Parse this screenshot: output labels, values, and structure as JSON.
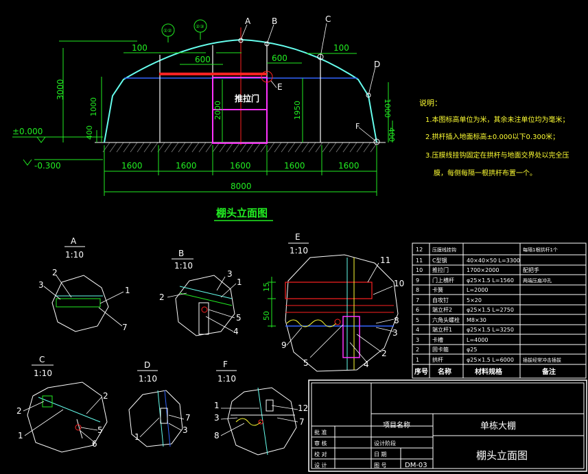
{
  "elevation": {
    "title": "棚头立面图",
    "grid_labels": [
      "A",
      "B",
      "C",
      "D",
      "E",
      "F"
    ],
    "door_label": "推拉门",
    "dims": {
      "d100_left": "100",
      "d600_left": "600",
      "d600_right": "600",
      "d100_right": "100",
      "h3000": "3000",
      "h1000_left": "1000",
      "h400_left": "400",
      "h2000": "2000",
      "h1950": "1950",
      "h1000_right": "1000",
      "h400_right": "400",
      "level_zero": "±0.000",
      "level_neg": "-0.300",
      "bays": [
        "1600",
        "1600",
        "1600",
        "1600",
        "1600"
      ],
      "total": "8000"
    },
    "callouts": [
      "①②",
      "②③"
    ]
  },
  "notes": {
    "heading": "说明：",
    "lines": [
      "1.本图标高单位为米，其余未注单位均为毫米；",
      "2.拱杆插入地面标高±0.000以下0.300米；",
      "3.压膜线挂钩固定在拱杆与地面交界处以完全压",
      "膜，每侧每隔一根拱杆布置一个。"
    ]
  },
  "details": {
    "A": {
      "label": "A",
      "scale": "1:10",
      "nums": [
        "3",
        "2",
        "1",
        "7"
      ]
    },
    "B": {
      "label": "B",
      "scale": "1:10",
      "nums": [
        "3",
        "1",
        "2",
        "5",
        "4"
      ]
    },
    "E": {
      "label": "E",
      "scale": "1:10",
      "nums": [
        "11",
        "10",
        "8",
        "3",
        "2",
        "4",
        "5",
        "9"
      ],
      "dims": [
        "15",
        "50"
      ]
    },
    "C": {
      "label": "C",
      "scale": "1:10",
      "nums": [
        "2",
        "2",
        "1",
        "5",
        "6"
      ]
    },
    "D": {
      "label": "D",
      "scale": "1:10",
      "nums": [
        "1",
        "7",
        "3"
      ]
    },
    "F": {
      "label": "F",
      "scale": "1:10",
      "nums": [
        "1",
        "3",
        "8",
        "12",
        "7"
      ]
    }
  },
  "bom": {
    "headers": [
      "序号",
      "名称",
      "材料规格",
      "备注"
    ],
    "rows": [
      [
        "12",
        "压膜线挂钩",
        "",
        "每隔1根拱杆1个"
      ],
      [
        "11",
        "C型钢",
        "40×40×50 L=3300",
        ""
      ],
      [
        "10",
        "推拉门",
        "1700×2000",
        "配把手"
      ],
      [
        "9",
        "门上横杆",
        "φ25×1.5 L=1560",
        "两端压扁冲孔"
      ],
      [
        "8",
        "卡簧",
        "L=2000",
        ""
      ],
      [
        "7",
        "自攻钉",
        "5×20",
        ""
      ],
      [
        "6",
        "端立杆2",
        "φ25×1.5 L=2750",
        ""
      ],
      [
        "5",
        "六角头螺栓",
        "M8×30",
        ""
      ],
      [
        "4",
        "端立杆1",
        "φ25×1.5 L=3250",
        ""
      ],
      [
        "3",
        "卡槽",
        "L=4000",
        ""
      ],
      [
        "2",
        "固卡箍",
        "φ25",
        ""
      ],
      [
        "1",
        "拱杆",
        "φ25×1.5 L=6000",
        "插拔经常冲击插拔"
      ]
    ]
  },
  "title_block": {
    "left_rows": [
      "批 准",
      "审 核",
      "校 对",
      "设 计"
    ],
    "project_label": "项目名称",
    "project_name": "单栋大棚",
    "drawing_name": "棚头立面图",
    "cell_labels": [
      "设计阶段",
      "日 期",
      "图 号"
    ],
    "drawing_no": "DM-03"
  },
  "colors": {
    "background": "#000000",
    "frame": "#ffffff",
    "dimension": "#22ee22",
    "text_yellow": "#ffff33",
    "steel": "#66ffee",
    "red": "#ff2222",
    "magenta": "#ff33ff",
    "blue": "#3366ff"
  }
}
